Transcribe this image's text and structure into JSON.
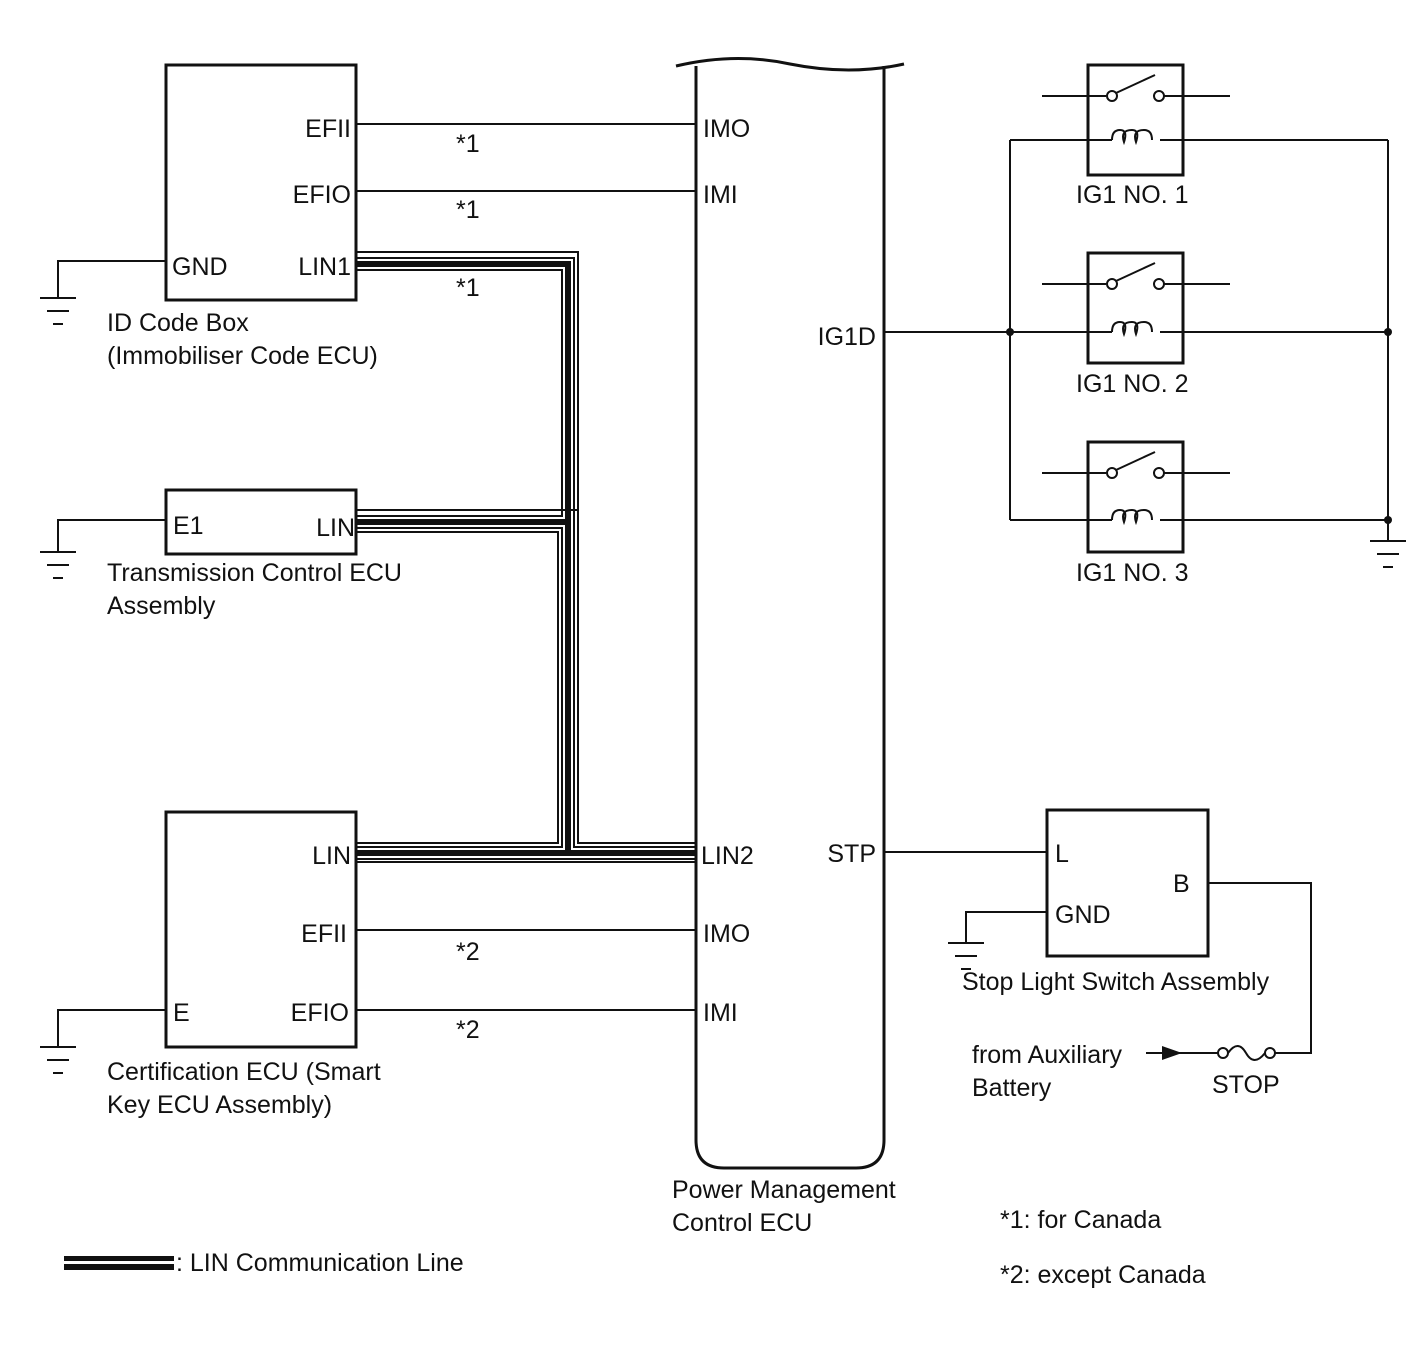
{
  "id_code_box": {
    "name_line1": "ID Code Box",
    "name_line2": "(Immobiliser Code ECU)",
    "pin_efii": "EFII",
    "pin_efio": "EFIO",
    "pin_gnd": "GND",
    "pin_lin1": "LIN1"
  },
  "transmission_ecu": {
    "name_line1": "Transmission Control ECU",
    "name_line2": "Assembly",
    "pin_e1": "E1",
    "pin_lin": "LIN"
  },
  "certification_ecu": {
    "name_line1": "Certification ECU (Smart",
    "name_line2": "Key ECU Assembly)",
    "pin_lin": "LIN",
    "pin_efii": "EFII",
    "pin_e": "E",
    "pin_efio": "EFIO"
  },
  "power_management_ecu": {
    "name_line1": "Power Management",
    "name_line2": "Control ECU",
    "pin_imo_top": "IMO",
    "pin_imi_top": "IMI",
    "pin_ig1d": "IG1D",
    "pin_lin2": "LIN2",
    "pin_stp": "STP",
    "pin_imo_bottom": "IMO",
    "pin_imi_bottom": "IMI"
  },
  "wire_notes": {
    "efii_top": "*1",
    "efio_top": "*1",
    "lin1": "*1",
    "efii_bottom": "*2",
    "efio_bottom": "*2"
  },
  "relays": [
    {
      "label": "IG1 NO. 1"
    },
    {
      "label": "IG1 NO. 2"
    },
    {
      "label": "IG1 NO. 3"
    }
  ],
  "stop_light_switch": {
    "name": "Stop Light Switch Assembly",
    "pin_l": "L",
    "pin_gnd": "GND",
    "pin_b": "B"
  },
  "aux_source": {
    "line1": "from Auxiliary",
    "line2": "Battery",
    "fuse_label": "STOP"
  },
  "footnotes": {
    "note1": "*1: for Canada",
    "note2": "*2: except Canada"
  },
  "legend": {
    "lin_line": ": LIN Communication Line"
  }
}
